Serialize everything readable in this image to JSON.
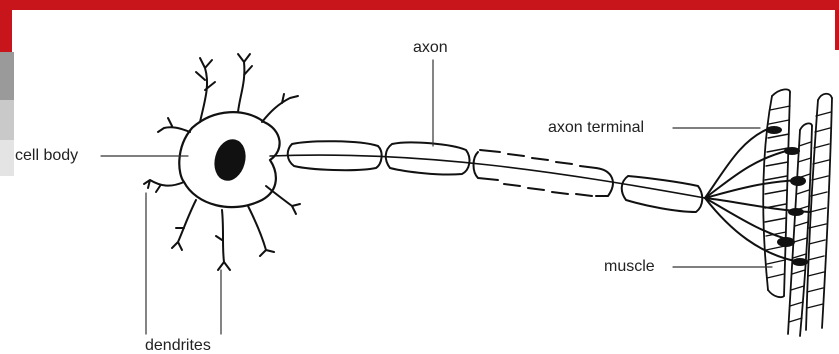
{
  "labels": {
    "axon": "axon",
    "axon_terminal": "axon terminal",
    "cell_body": "cell body",
    "muscle": "muscle",
    "dendrites": "dendrites"
  },
  "colors": {
    "accent": "#c8151c",
    "ink": "#111111"
  }
}
